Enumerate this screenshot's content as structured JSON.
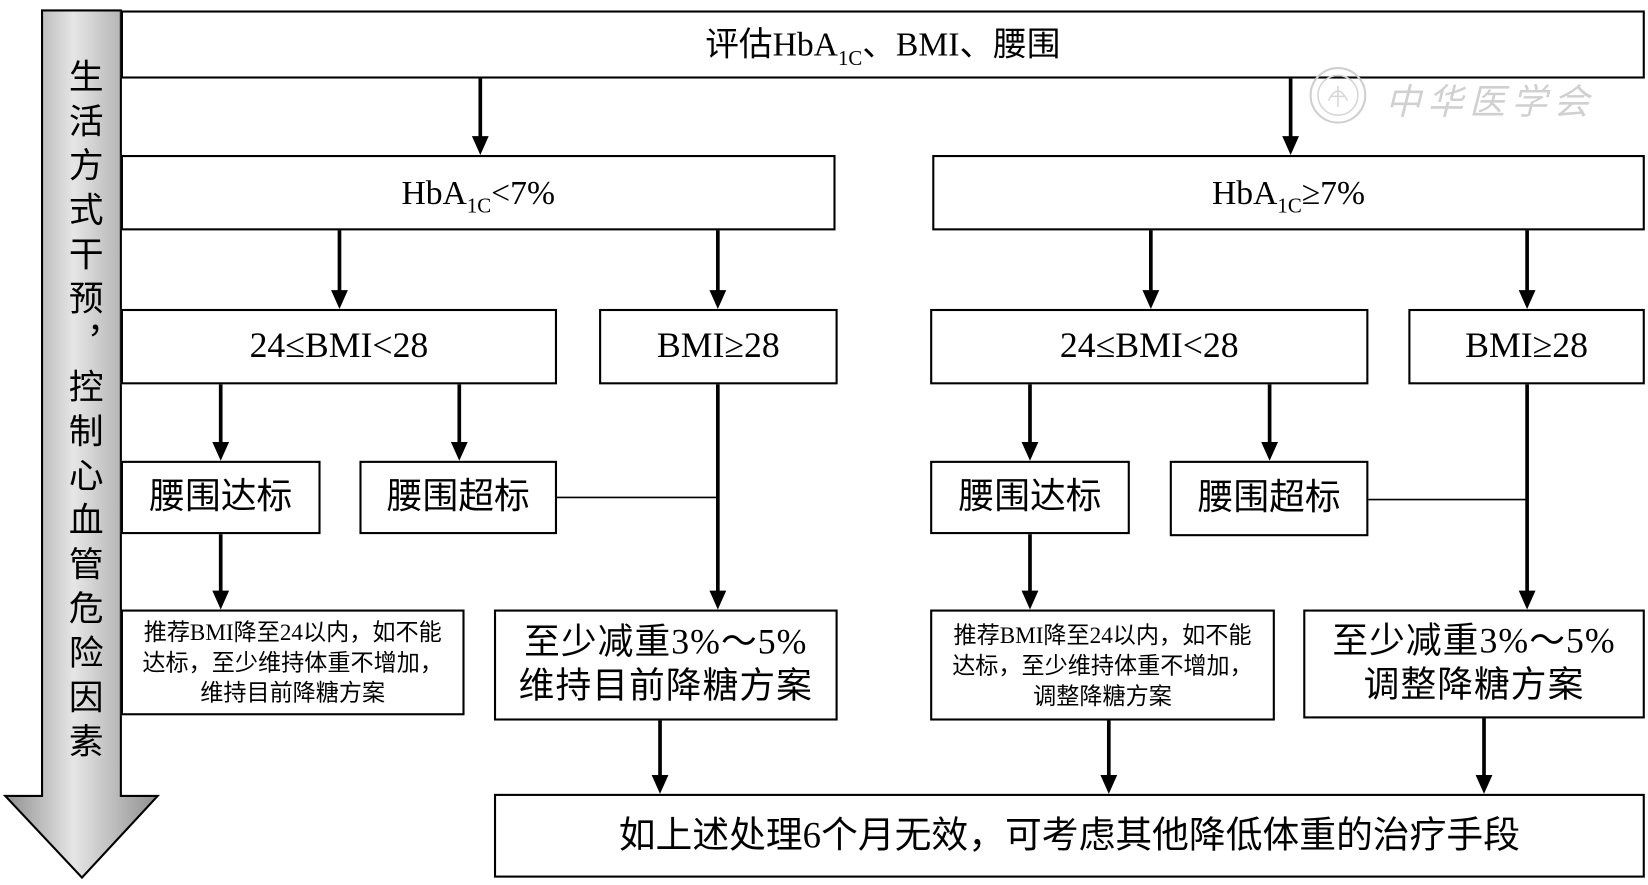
{
  "side_label": "生活方式干预，控制心血管危险因素",
  "watermark": {
    "text": "中华医学会"
  },
  "colors": {
    "side_arrow_edge": "#8f8f8f",
    "side_arrow_center": "#e6e6e6",
    "watermark": "#d0d0d0",
    "line": "#000000"
  },
  "nodes": {
    "assess": {
      "prefix": "评估HbA",
      "sub": "1C",
      "suffix": "、BMI、腰围"
    },
    "hba1c_low": {
      "prefix": "HbA",
      "sub": "1C",
      "suffix": "<7%"
    },
    "hba1c_high": {
      "prefix": "HbA",
      "sub": "1C",
      "suffix": "≥7%"
    },
    "left": {
      "bmi_mid": "24≤BMI<28",
      "bmi_high": "BMI≥28",
      "waist_ok": "腰围达标",
      "waist_over": "腰围超标",
      "recommend_lines": [
        "推荐BMI降至24以内，如不能",
        "达标，至少维持体重不增加，",
        "维持目前降糖方案"
      ],
      "reduce_lines": [
        "至少减重3%～5%",
        "维持目前降糖方案"
      ]
    },
    "right": {
      "bmi_mid": "24≤BMI<28",
      "bmi_high": "BMI≥28",
      "waist_ok": "腰围达标",
      "waist_over": "腰围超标",
      "recommend_lines": [
        "推荐BMI降至24以内，如不能",
        "达标，至少维持体重不增加，",
        "调整降糖方案"
      ],
      "reduce_lines": [
        "至少减重3%～5%",
        "调整降糖方案"
      ]
    },
    "final": "如上述处理6个月无效，可考虑其他降低体重的治疗手段"
  }
}
